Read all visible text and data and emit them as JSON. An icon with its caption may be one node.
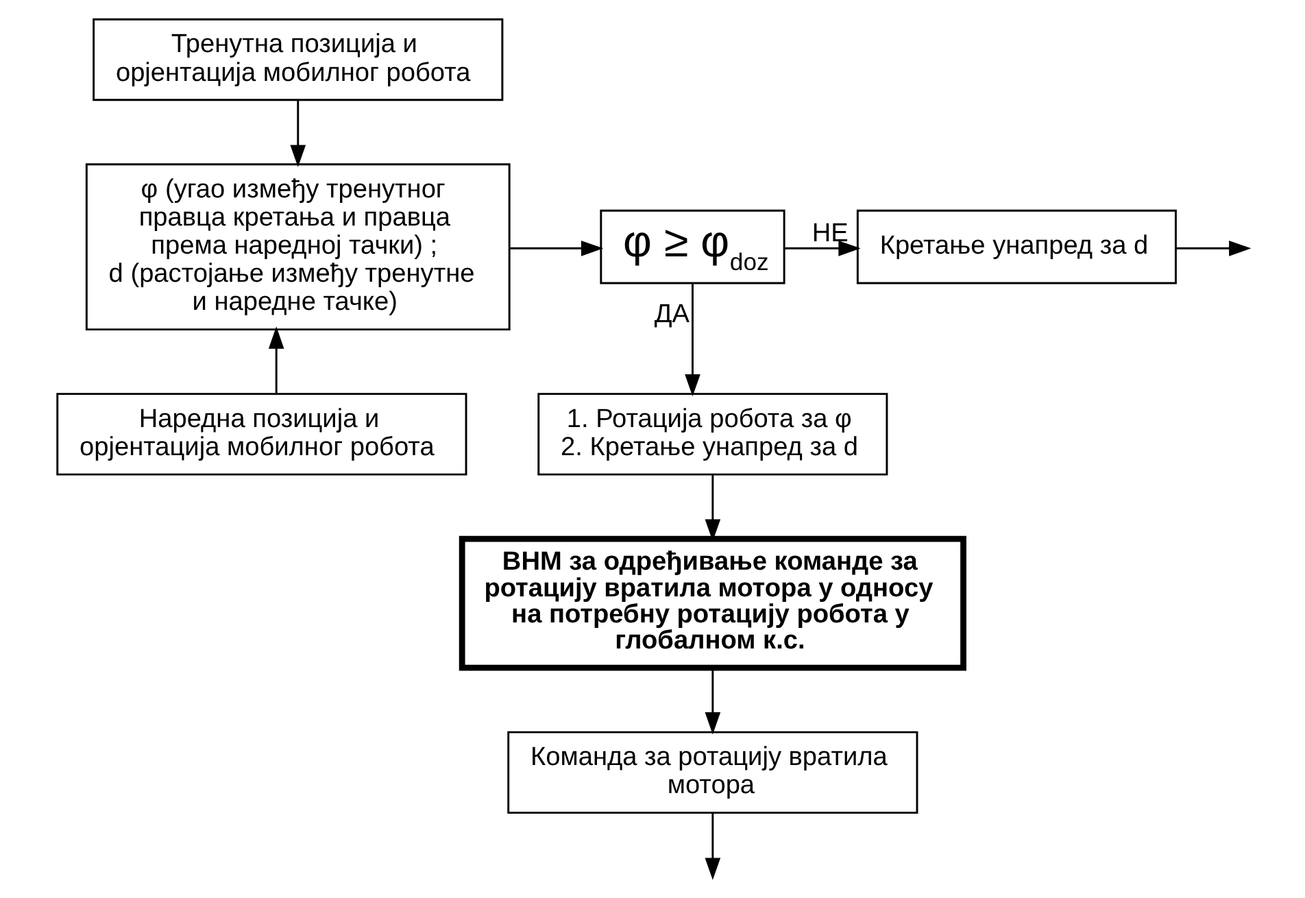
{
  "diagram": {
    "nodes": [
      {
        "text": [
          "Тренутна позиција и орјентација мобилног робота"
        ]
      },
      {
        "text": [
          "φ (угао између тренутног правца кретања и правца према наредној тачки) ;",
          "d (растојање између тренутне и наредне тачке)"
        ]
      },
      {
        "text": [
          "Наредна позиција и орјентација мобилног робота"
        ]
      },
      {
        "text": [
          "φ ≥ φ$_{doz}$"
        ]
      },
      {
        "text": [
          "Кретање унапред за d"
        ]
      },
      {
        "text": [
          "1. Ротација робота за φ",
          "2. Кретање унапред за d"
        ]
      },
      {
        "text": [
          "ВНМ за одређивање команде за ротацију вратила мотора у односу на потребну ротацију робота у глобалном к.с."
        ]
      },
      {
        "text": [
          "Команда за ротацију вратила мотора"
        ]
      }
    ],
    "edges": [
      {
        "from": 0,
        "to": 1,
        "arrow": "to"
      },
      {
        "from": 2,
        "to": 1,
        "arrow": "to"
      },
      {
        "from": 1,
        "to": 3,
        "arrow": "to"
      },
      {
        "from": 3,
        "to": 4,
        "label": "НЕ",
        "arrow": "to"
      },
      {
        "from": 3,
        "to": 5,
        "label": "ДА",
        "arrow": "to"
      },
      {
        "from": 5,
        "to": 6,
        "arrow": "to"
      },
      {
        "from": 6,
        "to": 7,
        "arrow": "to"
      },
      {
        "from": 4,
        "to": null,
        "arrow": "to"
      },
      {
        "from": 7,
        "to": null,
        "arrow": "to"
      }
    ]
  }
}
